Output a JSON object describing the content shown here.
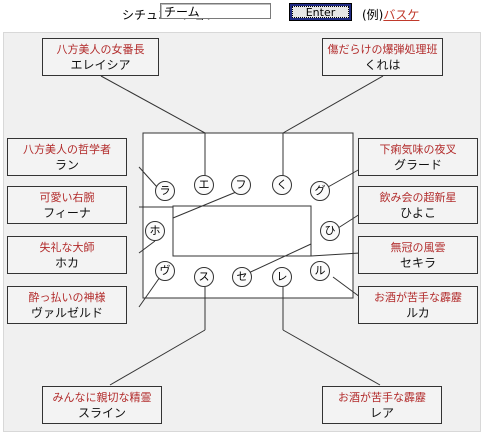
{
  "situation": {
    "label": "シチュエーション:",
    "value": "チーム",
    "enter_label": "Enter",
    "example_prefix": "(例)",
    "example_link": "バスケ"
  },
  "cards": {
    "top_left": {
      "title": "八方美人の女番長",
      "name": "エレイシア"
    },
    "top_right": {
      "title": "傷だらけの爆弾処理班",
      "name": "くれは"
    },
    "left1": {
      "title": "八方美人の哲学者",
      "name": "ラン"
    },
    "left2": {
      "title": "可愛い右腕",
      "name": "フィーナ"
    },
    "left3": {
      "title": "失礼な大師",
      "name": "ホカ"
    },
    "left4": {
      "title": "酔っ払いの神様",
      "name": "ヴァルゼルド"
    },
    "right1": {
      "title": "下痢気味の夜叉",
      "name": "グラード"
    },
    "right2": {
      "title": "飲み会の超新星",
      "name": "ひよこ"
    },
    "right3": {
      "title": "無冠の風雲",
      "name": "セキラ"
    },
    "right4": {
      "title": "お酒が苦手な霹靂",
      "name": "ルカ"
    },
    "bottom_left": {
      "title": "みんなに親切な精霊",
      "name": "スライン"
    },
    "bottom_right": {
      "title": "お酒が苦手な霹靂",
      "name": "レア"
    }
  },
  "seats": {
    "top": [
      "ラ",
      "エ",
      "フ",
      "く",
      "グ"
    ],
    "left_mid": "ホ",
    "right_mid": "ひ",
    "bottom": [
      "ヴ",
      "ス",
      "セ",
      "レ",
      "ル"
    ]
  }
}
